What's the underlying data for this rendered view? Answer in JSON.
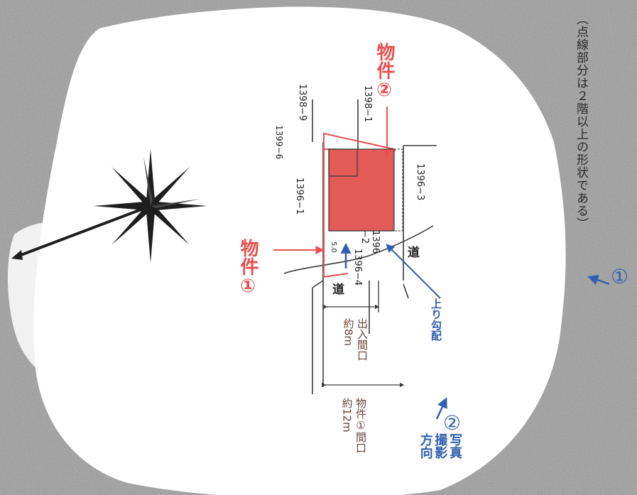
{
  "colors": {
    "property": "#e8504e",
    "property_fill": "#e35b57",
    "blue_annotation": "#2f5fb0",
    "line": "#3a3a3a",
    "brown_text": "#6b4536"
  },
  "labels": {
    "property1": "物件①",
    "property2": "物件②",
    "lot_1396_1": "1396−1",
    "lot_1396_3": "1396−3",
    "lot_1396_4": "1396−4",
    "lot_1396_2": "1396\n−2",
    "lot_1398_1": "1398−1",
    "lot_1398_9": "1398−9",
    "lot_1399_6": "1399−6",
    "road": "道",
    "road2": "道",
    "road_width": "5.0",
    "slope": "上り勾配",
    "entrance_width": "出入間口\n約8m",
    "frontage_width": "物件①間口\n約12m",
    "photo_direction": "写真\n撮影\n方向",
    "photo_marker_1": "①",
    "photo_marker_2": "②",
    "note": "（点線部分は２階以上の形状である）"
  },
  "icons": {
    "compass": "compass-star-icon"
  }
}
